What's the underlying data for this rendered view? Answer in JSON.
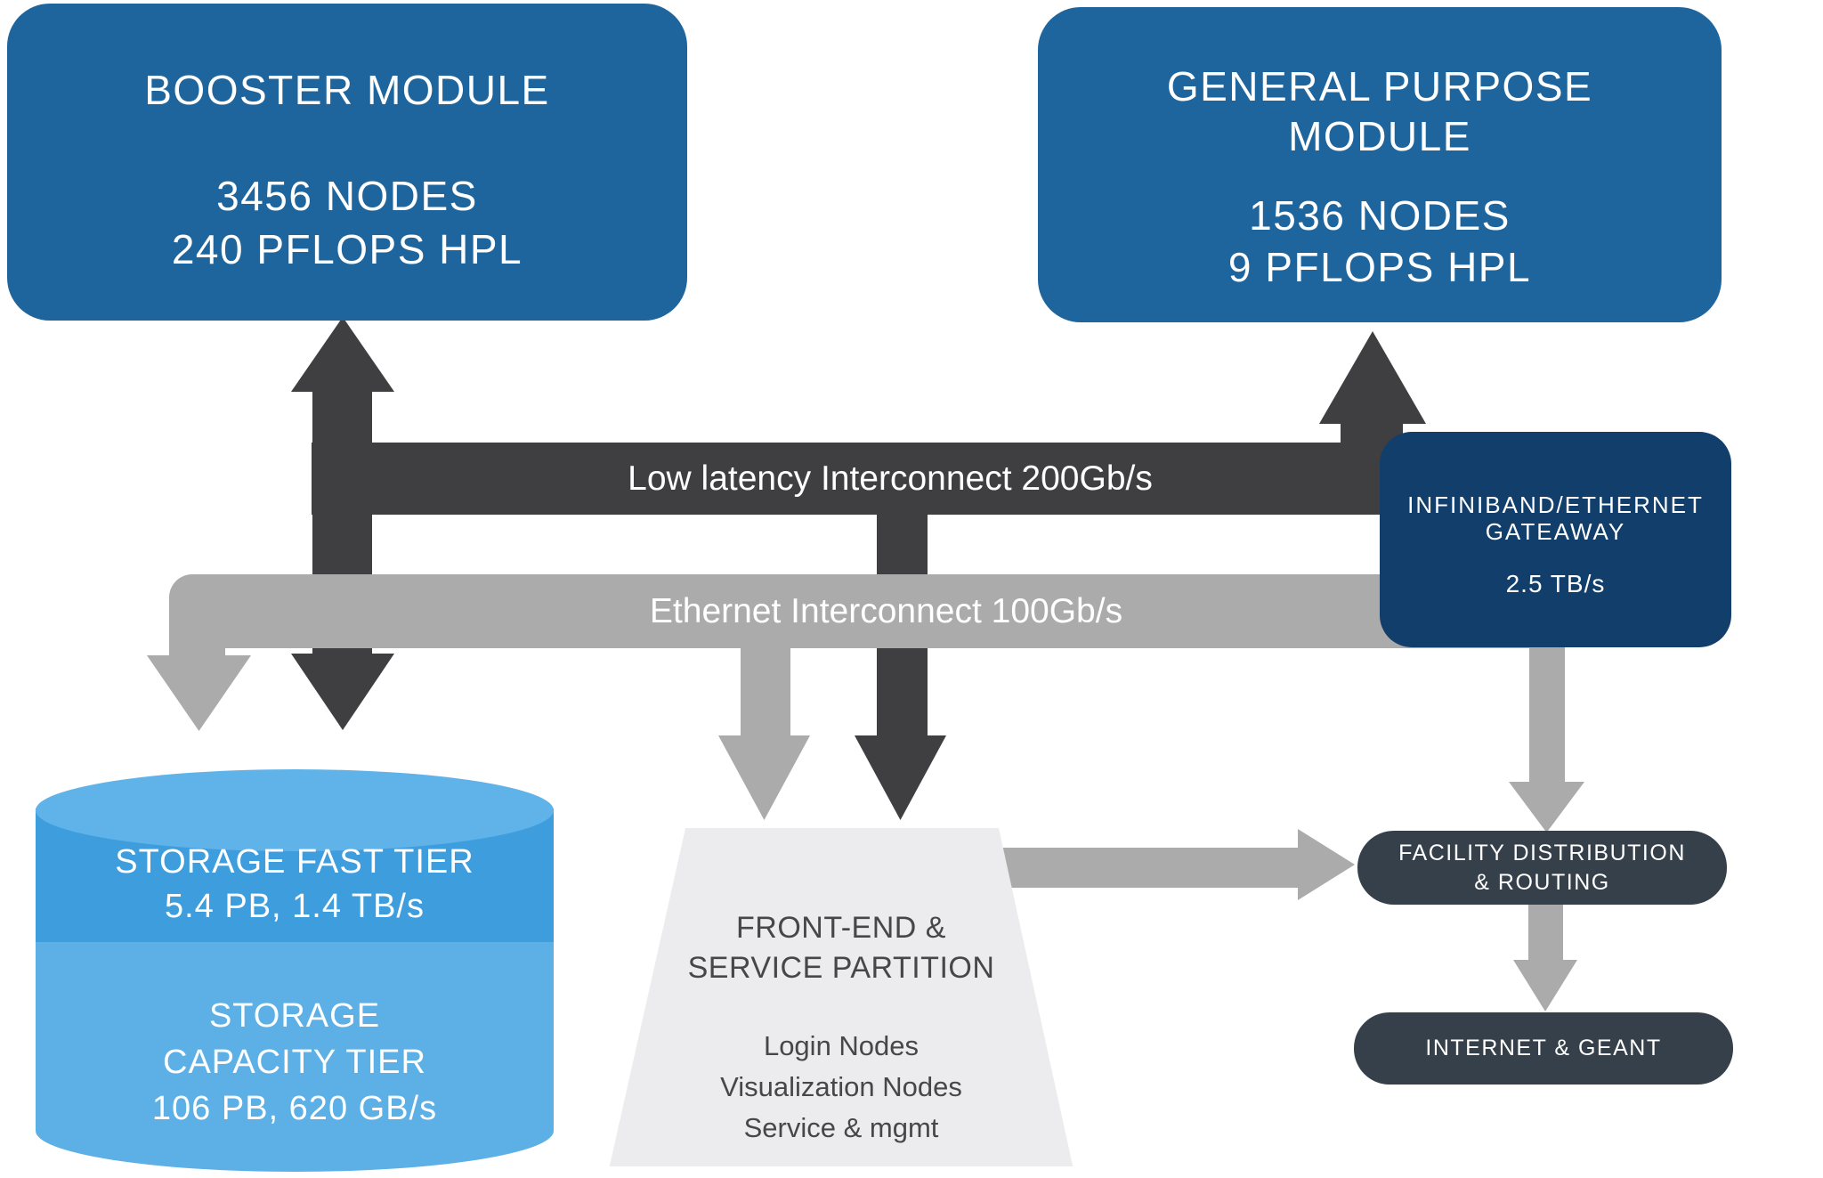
{
  "colors": {
    "module_blue": "#1F659D",
    "gateway_navy": "#123E6C",
    "network_slate": "#36404A",
    "dark_arrow": "#3F3F41",
    "light_arrow": "#ABABAB",
    "partition_gray": "#ECECEE",
    "storage_top_ellipse": "#5FB3E9",
    "storage_fast_tier": "#3E9DDD",
    "storage_capacity_tier": "#5CB0E6"
  },
  "booster": {
    "title": "BOOSTER MODULE",
    "nodes": "3456 NODES",
    "performance": "240 PFLOPS HPL"
  },
  "general_purpose": {
    "title_line1": "GENERAL PURPOSE",
    "title_line2": "MODULE",
    "nodes": "1536 NODES",
    "performance": "9 PFLOPS HPL"
  },
  "interconnects": {
    "low_latency": "Low latency Interconnect 200Gb/s",
    "ethernet": "Ethernet Interconnect 100Gb/s"
  },
  "gateway": {
    "title_line1": "INFINIBAND/ETHERNET",
    "title_line2": "GATEAWAY",
    "bandwidth": "2.5 TB/s"
  },
  "storage": {
    "fast_tier_title": "STORAGE FAST TIER",
    "fast_tier_specs": "5.4 PB, 1.4 TB/s",
    "capacity_tier_line1": "STORAGE",
    "capacity_tier_line2": "CAPACITY TIER",
    "capacity_tier_specs": "106 PB, 620 GB/s"
  },
  "frontend_partition": {
    "title_line1": "FRONT-END &",
    "title_line2": "SERVICE PARTITION",
    "items": [
      "Login Nodes",
      "Visualization Nodes",
      "Service & mgmt"
    ]
  },
  "external_network": {
    "facility_line1": "FACILITY DISTRIBUTION",
    "facility_line2": "& ROUTING",
    "internet": "INTERNET & GEANT"
  }
}
